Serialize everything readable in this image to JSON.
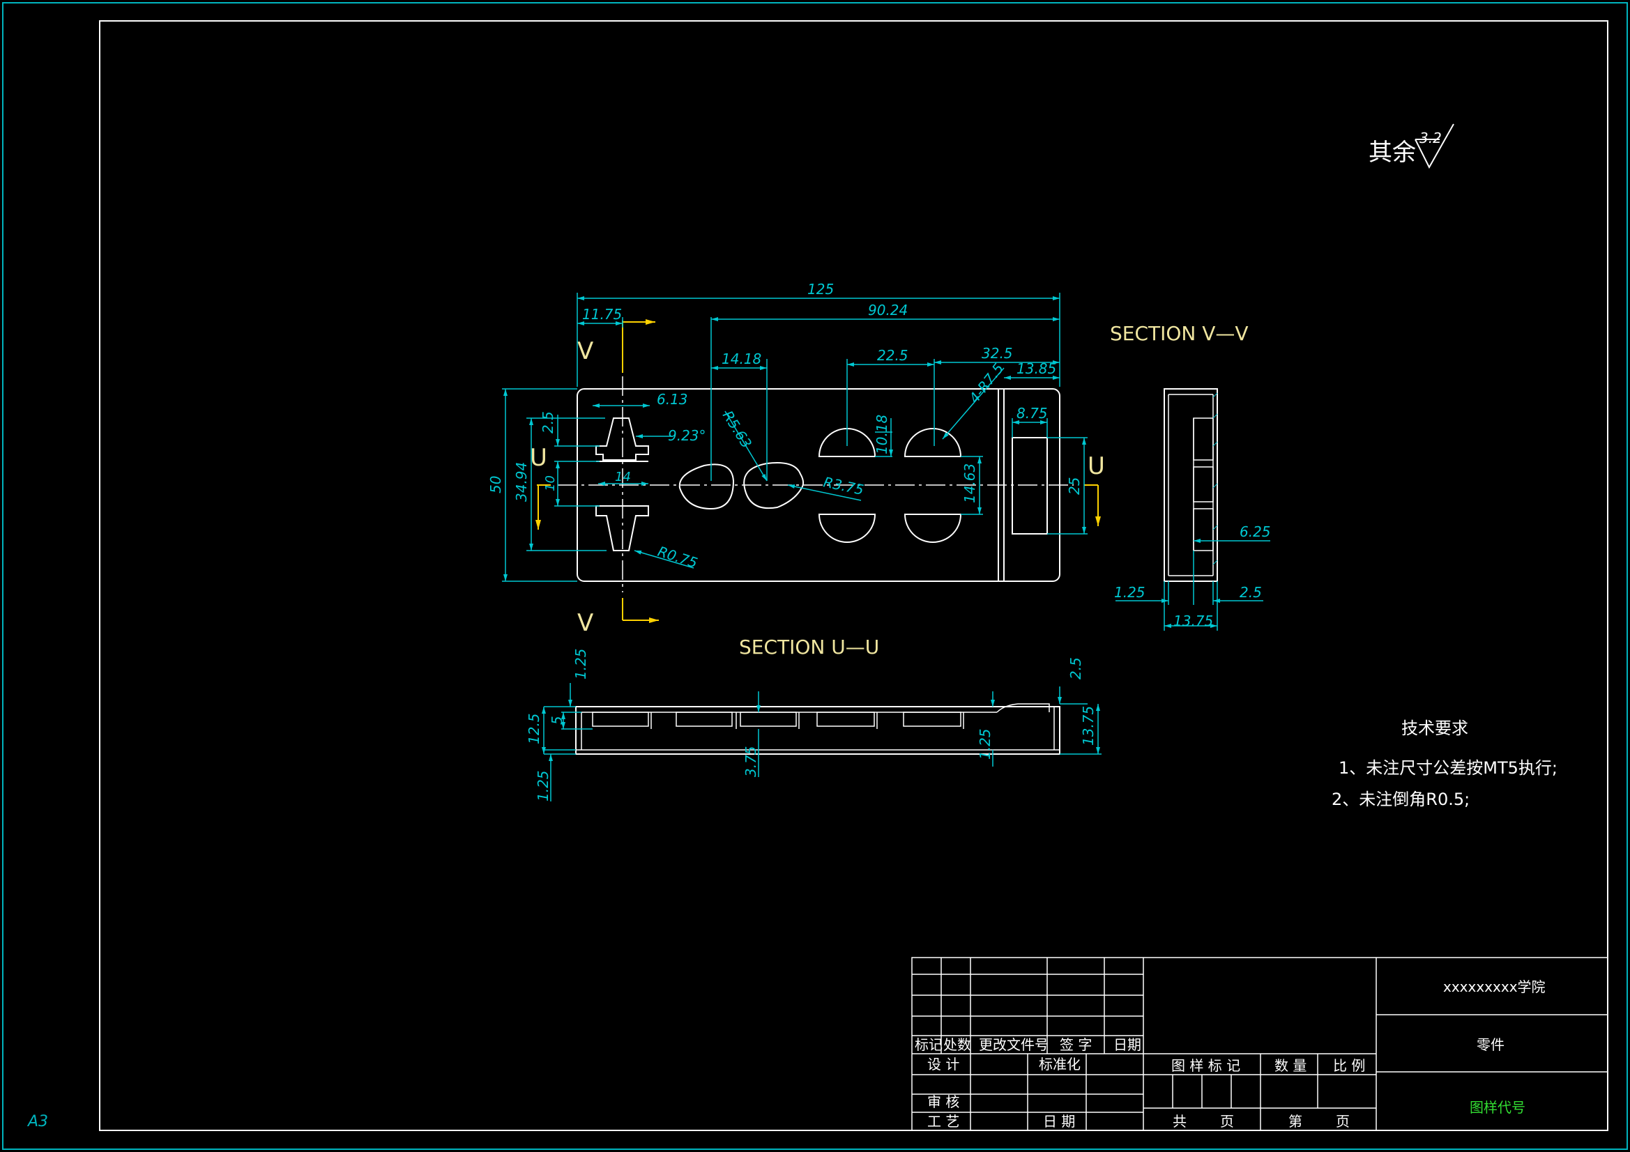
{
  "sheet": {
    "size_label": "A3"
  },
  "roughness": {
    "prefix": "其余",
    "value": "3.2"
  },
  "views": {
    "section_vv": "SECTION  V—V",
    "section_uu": "SECTION  U—U",
    "cut_v_top": "V",
    "cut_v_bottom": "V",
    "cut_u_left": "U",
    "cut_u_right": "U"
  },
  "dimensions": {
    "d125": "125",
    "d90_24": "90.24",
    "d11_75": "11.75",
    "d14_18": "14.18",
    "d22_5": "22.5",
    "d32_5": "32.5",
    "d13_85": "13.85",
    "d4_r7_5": "4-R7.5",
    "d6_13": "6.13",
    "d9_23": "9.23°",
    "dR5_63": "R5.63",
    "dR3_75": "R3.75",
    "dR0_75": "R0.75",
    "d14": "14",
    "d2_5": "2.5",
    "d10": "10",
    "d34_94": "34.94",
    "d50": "50",
    "d10_18": "10.18",
    "d14_63": "14.63",
    "d8_75": "8.75",
    "d25": "25",
    "d6_25": "6.25",
    "d1_25": "1.25",
    "d2_5b": "2.5",
    "d13_75": "13.75",
    "uu_1_25a": "1.25",
    "uu_5": "5",
    "uu_12_5": "12.5",
    "uu_1_25b": "1.25",
    "uu_3_75": "3.75",
    "uu_1_25c": "1.25",
    "uu_2_5": "2.5",
    "uu_13_75": "13.75"
  },
  "requirements": {
    "title": "技术要求",
    "item1": "1、未注尺寸公差按MT5执行;",
    "item2": "2、未注倒角R0.5;"
  },
  "title_block": {
    "mark": "标记",
    "count": "处数",
    "change_doc": "更改文件号",
    "signature": "签 字",
    "date": "日期",
    "design": "设 计",
    "standardize": "标准化",
    "review": "审 核",
    "process": "工 艺",
    "date2": "日 期",
    "drawing_mark": "图 样 标 记",
    "quantity": "数 量",
    "scale": "比 例",
    "total": "共",
    "page": "页",
    "nth": "第",
    "page2": "页",
    "school": "xxxxxxxxx学院",
    "part_name": "零件",
    "drawing_code": "图样代号"
  },
  "colors": {
    "background": "#000000",
    "outline": "#ffffff",
    "dimension": "#00c8d2",
    "centerline": "#ffd200",
    "annotation": "#f0e6a0",
    "frame": "#00b4be",
    "code_text": "#32dc32"
  }
}
